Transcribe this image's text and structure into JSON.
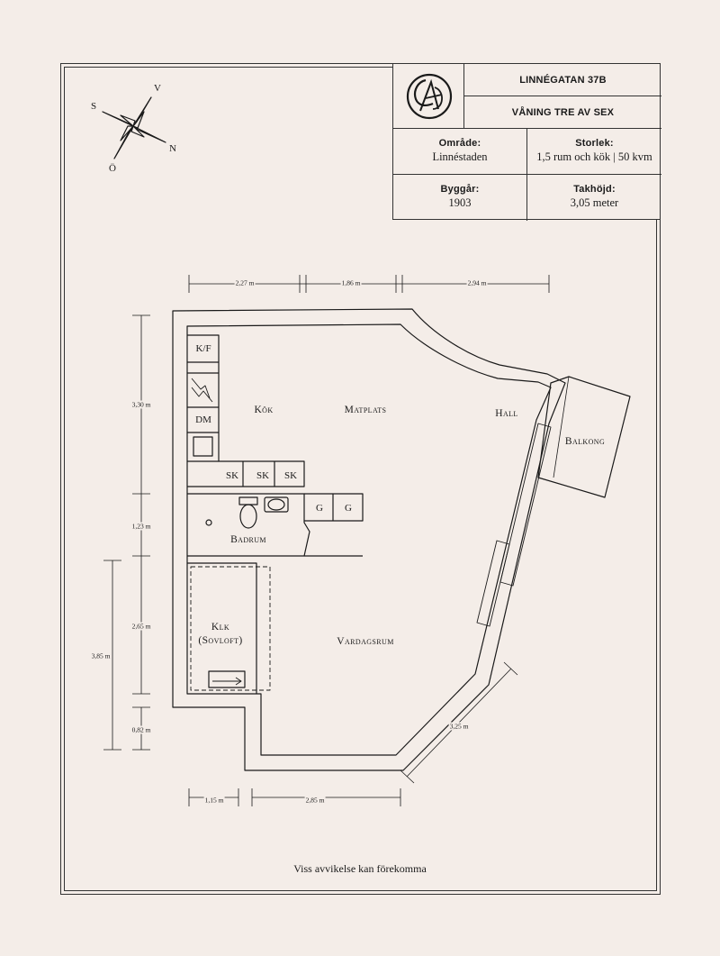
{
  "header": {
    "address": "LINNÉGATAN 37B",
    "floor": "VÅNING TRE AV SEX",
    "area_label": "Område:",
    "area_value": "Linnéstaden",
    "size_label": "Storlek:",
    "size_value": "1,5 rum och kök | 50 kvm",
    "built_label": "Byggår:",
    "built_value": "1903",
    "ceiling_label": "Takhöjd:",
    "ceiling_value": "3,05 meter"
  },
  "compass": {
    "north": "N",
    "south": "S",
    "east": "Ö",
    "west": "V"
  },
  "rooms": {
    "kitchen": "Kök",
    "dining": "Matplats",
    "hall": "Hall",
    "balcony": "Balkong",
    "bathroom": "Badrum",
    "closet_line1": "Klk",
    "closet_line2": "(Sovloft)",
    "living": "Vardagsrum"
  },
  "fixtures": {
    "fridge": "K/F",
    "dishwasher": "DM",
    "cabinet": "SK",
    "wardrobe": "G"
  },
  "dimensions": {
    "top_1": "2,27 m",
    "top_2": "1,86 m",
    "top_3": "2,94 m",
    "left_1": "3,30 m",
    "left_2": "1,23 m",
    "left_3": "2,65 m",
    "left_4": "0,82 m",
    "left_outer": "3,85 m",
    "bottom_1": "1,15 m",
    "bottom_2": "2,85 m",
    "diagonal": "3,25 m"
  },
  "disclaimer": "Viss avvikelse kan förekomma",
  "colors": {
    "background": "#f4ede8",
    "ink": "#1a1a1a"
  }
}
